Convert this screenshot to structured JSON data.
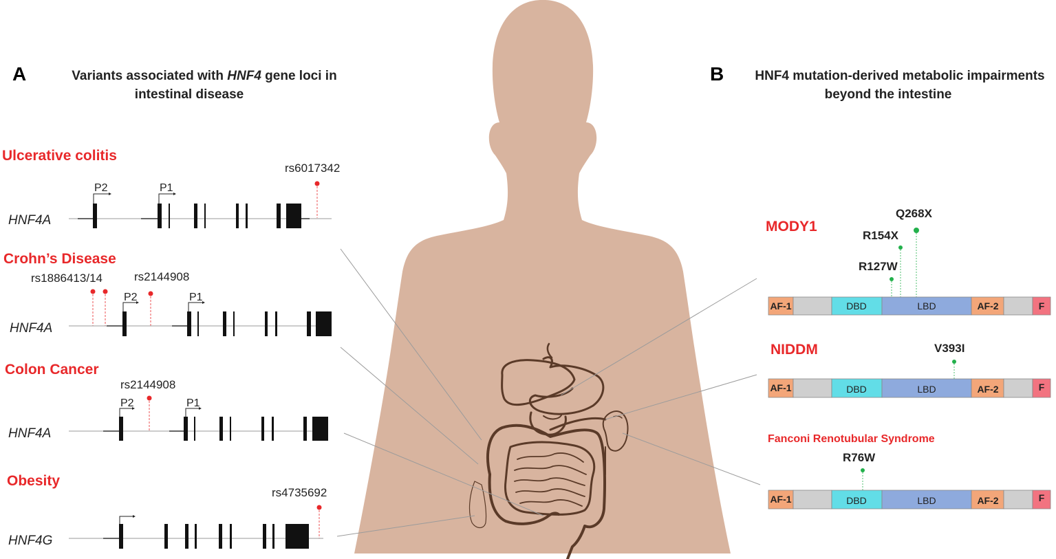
{
  "panel_a": {
    "letter": "A",
    "heading_line1_pre": "Variants associated with ",
    "heading_line1_gene": "HNF4",
    "heading_line1_post": " gene loci in",
    "heading_line2": "intestinal disease",
    "tracks": [
      {
        "disease": "Ulcerative colitis",
        "gene": "HNF4A",
        "snps": [
          "rs6017342"
        ],
        "promoters": [
          "P2",
          "P1"
        ]
      },
      {
        "disease": "Crohn’s Disease",
        "gene": "HNF4A",
        "snps": [
          "rs1886413/14",
          "rs2144908"
        ],
        "promoters": [
          "P2",
          "P1"
        ]
      },
      {
        "disease": "Colon Cancer",
        "gene": "HNF4A",
        "snps": [
          "rs2144908"
        ],
        "promoters": [
          "P2",
          "P1"
        ]
      },
      {
        "disease": "Obesity",
        "gene": "HNF4G",
        "snps": [
          "rs4735692"
        ],
        "promoters": []
      }
    ]
  },
  "panel_b": {
    "letter": "B",
    "heading_line1": "HNF4 mutation-derived metabolic impairments",
    "heading_line2": "beyond the intestine",
    "domains": [
      "AF-1",
      "DBD",
      "LBD",
      "AF-2",
      "F"
    ],
    "proteins": [
      {
        "disease": "MODY1",
        "mutations": [
          "Q268X",
          "R154X",
          "R127W"
        ]
      },
      {
        "disease": "NIDDM",
        "mutations": [
          "V393I"
        ]
      },
      {
        "disease": "Fanconi Renotubular Syndrome",
        "mutations": [
          "R76W"
        ]
      }
    ]
  },
  "colors": {
    "disease_text": "#e8282a",
    "snp_dot": "#e8282a",
    "mutation_dot": "#22b04b",
    "body": "#d8b49f",
    "organ_outline": "#5a3a28",
    "af": "#f3a679",
    "gray_domain": "#cfcfcf",
    "dbd": "#62dde7",
    "lbd": "#8eaadd",
    "f_domain": "#f27380"
  }
}
